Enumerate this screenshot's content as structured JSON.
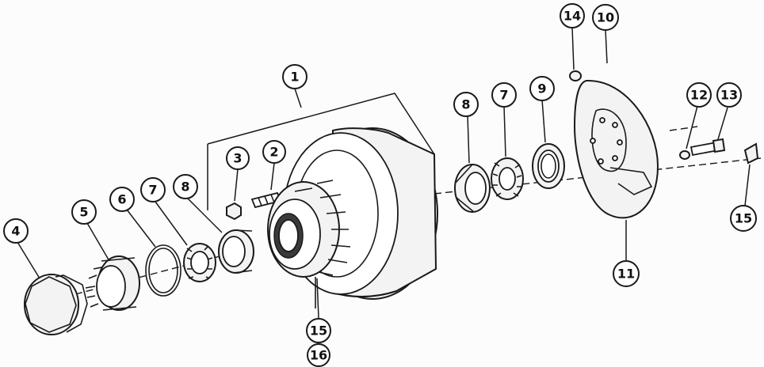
{
  "diagram": {
    "callouts": [
      {
        "id": "c1",
        "label": "1"
      },
      {
        "id": "c2",
        "label": "2"
      },
      {
        "id": "c3",
        "label": "3"
      },
      {
        "id": "c4",
        "label": "4"
      },
      {
        "id": "c5",
        "label": "5"
      },
      {
        "id": "c6",
        "label": "6"
      },
      {
        "id": "c7a",
        "label": "7"
      },
      {
        "id": "c8a",
        "label": "8"
      },
      {
        "id": "c8b",
        "label": "8"
      },
      {
        "id": "c7b",
        "label": "7"
      },
      {
        "id": "c9",
        "label": "9"
      },
      {
        "id": "c14",
        "label": "14"
      },
      {
        "id": "c10",
        "label": "10"
      },
      {
        "id": "c12",
        "label": "12"
      },
      {
        "id": "c13",
        "label": "13"
      },
      {
        "id": "c15a",
        "label": "15"
      },
      {
        "id": "c11",
        "label": "11"
      },
      {
        "id": "c15b",
        "label": "15"
      },
      {
        "id": "c16",
        "label": "16"
      }
    ]
  }
}
